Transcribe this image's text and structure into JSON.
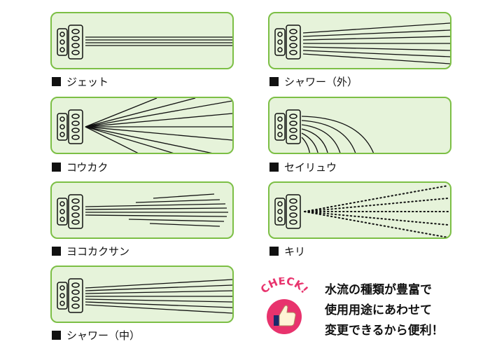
{
  "nozzles": [
    {
      "key": "jet",
      "label": "ジェット"
    },
    {
      "key": "shower-outer",
      "label": "シャワー（外）"
    },
    {
      "key": "koukaku",
      "label": "コウカク"
    },
    {
      "key": "seiryuu",
      "label": "セイリュウ"
    },
    {
      "key": "yoko-koukaku-san",
      "label": "ヨコカクサン"
    },
    {
      "key": "kiri",
      "label": "キリ"
    },
    {
      "key": "shower-middle",
      "label": "シャワー（中）"
    }
  ],
  "check": {
    "badge_text": "CHECK!",
    "lines": [
      "水流の種類が豊富で",
      "使用用途にあわせて",
      "変更できるから便利！"
    ],
    "badge_color": "#e8336d",
    "icon": "thumbs-up-icon"
  },
  "colors": {
    "panel_bg": "#e6f3da",
    "panel_border": "#7cbf45",
    "spray": "#111111"
  }
}
